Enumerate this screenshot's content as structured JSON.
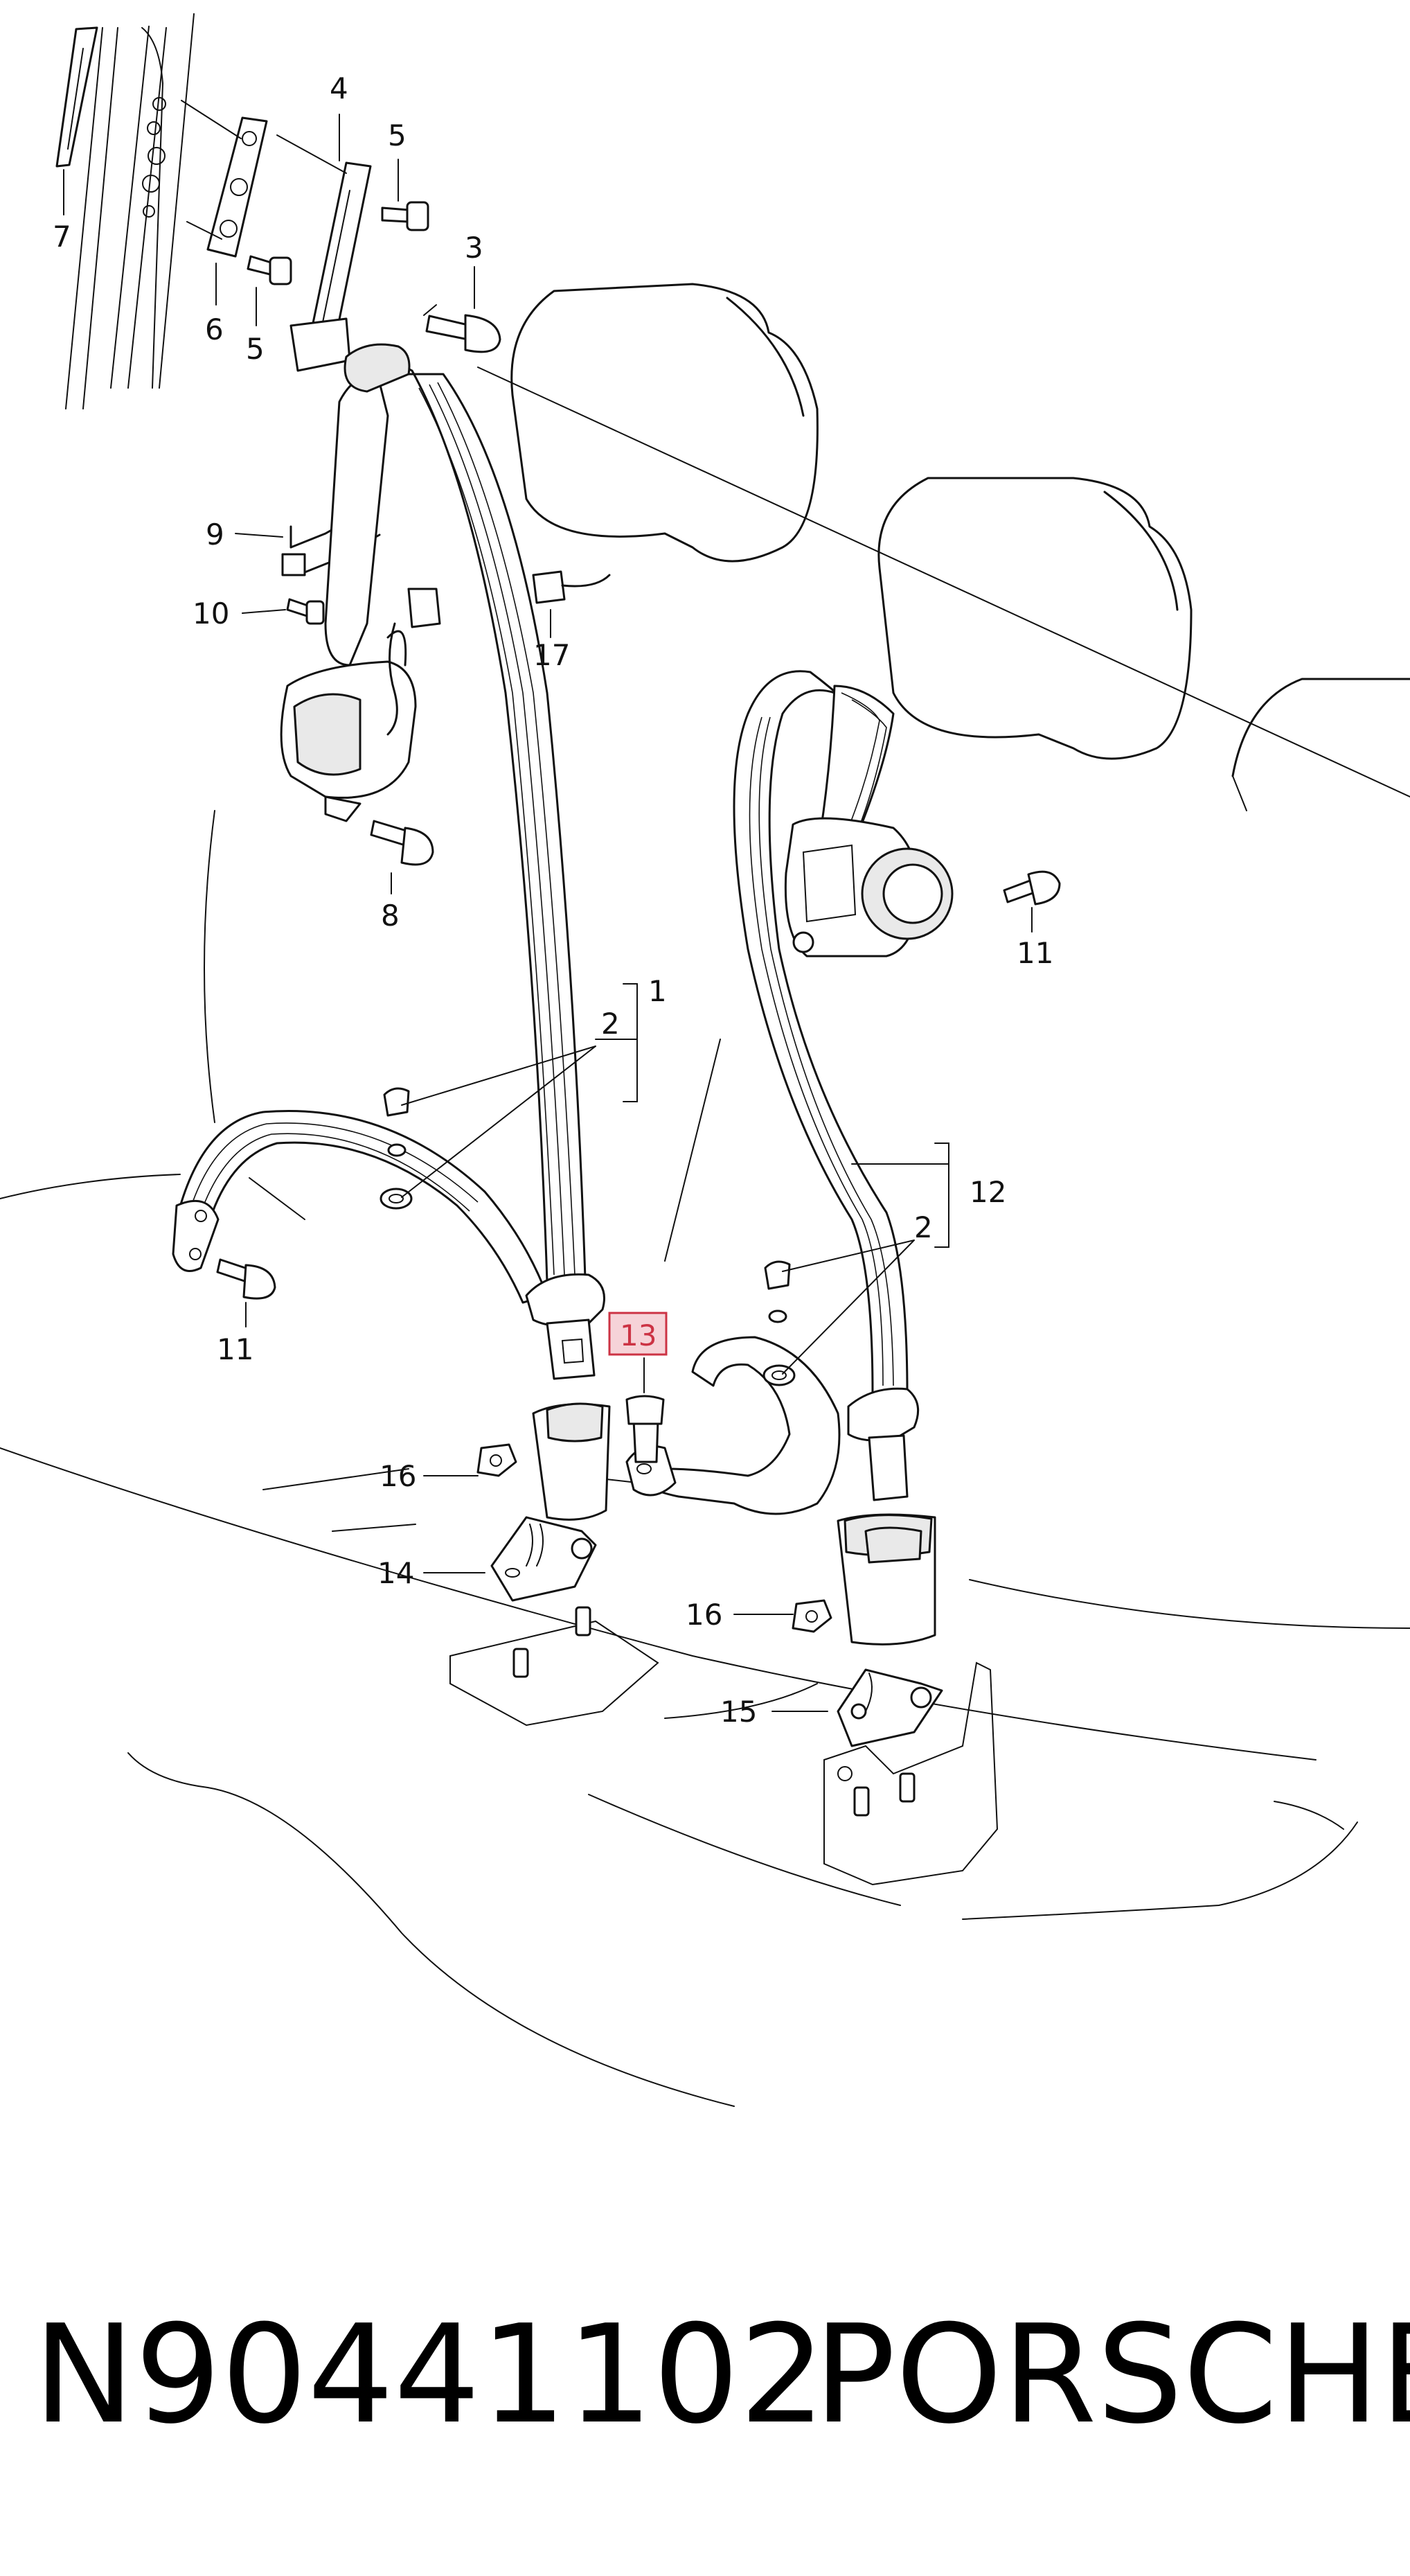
{
  "callouts": {
    "c1": "1",
    "c2a": "2",
    "c2b": "2",
    "c3": "3",
    "c4": "4",
    "c5a": "5",
    "c5b": "5",
    "c6": "6",
    "c7": "7",
    "c8": "8",
    "c9": "9",
    "c10": "10",
    "c11a": "11",
    "c11b": "11",
    "c12": "12",
    "c13": "13",
    "c14": "14",
    "c15": "15",
    "c16a": "16",
    "c16b": "16",
    "c17": "17"
  },
  "highlight_color": "#cc3344",
  "highlight_fill": "#f6d3d8",
  "footer": {
    "part_number": "N90441102",
    "brand": "PORSCHE"
  }
}
